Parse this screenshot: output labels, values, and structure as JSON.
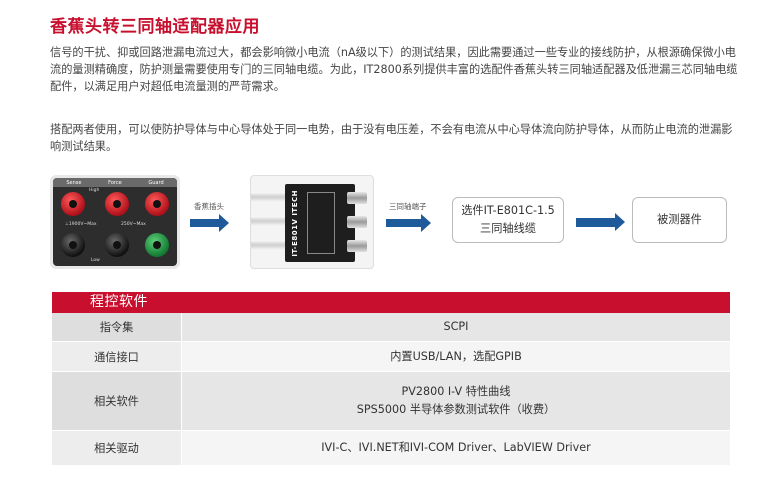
{
  "title": "香蕉头转三同轴适配器应用",
  "paragraphs": [
    "信号的干扰、抑或回路泄漏电流过大，都会影响微小电流（nA级以下）的测试结果，因此需要通过一些专业的接线防护，从根源确保微小电流的量测精确度，防护测量需要使用专门的三同轴电缆。为此，IT2800系列提供丰富的选配件香蕉头转三同轴适配器及低泄漏三芯同轴电缆配件，以满足用户对超低电流量测的严苛需求。",
    "搭配两者使用，可以使防护导体与中心导体处于同一电势，由于没有电压差，不会有电流从中心导体流向防护导体，从而防止电流的泄漏影响测试结果。"
  ],
  "front_panel": {
    "labels": [
      "Sense",
      "Force",
      "Guard"
    ],
    "high_label": "High",
    "low_label": "Low",
    "volt_left": "⊥1900V~Max",
    "volt_right": "250V~Max"
  },
  "adapter": {
    "brand": "IT-E801V ITECH"
  },
  "flow": {
    "arrow1_label": "香蕉插头",
    "arrow2_label": "三同轴端子",
    "box1_line1": "选件IT-E801C-1.5",
    "box1_line2": "三同轴线缆",
    "box2": "被测器件"
  },
  "table": {
    "heading": "程控软件",
    "rows": [
      {
        "label": "指令集",
        "values": [
          "SCPI"
        ]
      },
      {
        "label": "通信接口",
        "values": [
          "内置USB/LAN，选配GPIB"
        ]
      },
      {
        "label": "相关软件",
        "values": [
          "PV2800 I-V 特性曲线",
          "SPS5000 半导体参数测试软件（收费）"
        ]
      },
      {
        "label": "相关驱动",
        "values": [
          "IVI-C、IVI.NET和IVI-COM Driver、LabVIEW Driver"
        ]
      }
    ]
  },
  "colors": {
    "accent": "#c8102e",
    "arrow": "#1f5b9a"
  }
}
